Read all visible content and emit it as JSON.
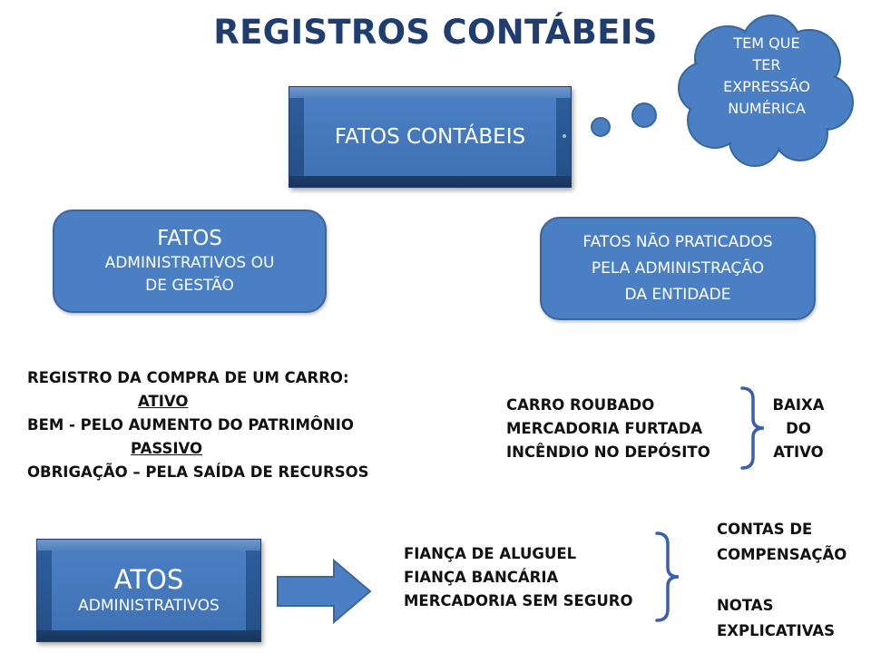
{
  "title": "REGISTROS CONTÁBEIS",
  "thought_cloud": {
    "lines": [
      "TEM QUE",
      "TER",
      "EXPRESSÃO",
      "NUMÉRICA"
    ]
  },
  "fatos_contabeis": {
    "label": "FATOS CONTÁBEIS"
  },
  "fatos_admin": {
    "line1": "FATOS",
    "line2": "ADMINISTRATIVOS OU",
    "line3": "DE GESTÃO"
  },
  "fatos_nao_praticados": {
    "line1": "FATOS NÃO PRATICADOS",
    "line2": "PELA ADMINISTRAÇÃO",
    "line3": "DA ENTIDADE"
  },
  "registro": {
    "heading": "REGISTRO DA COMPRA DE UM CARRO:",
    "ativo": "ATIVO",
    "bem": "BEM - PELO AUMENTO DO PATRIMÔNIO",
    "passivo": "PASSIVO",
    "obrigacao": "OBRIGAÇÃO – PELA SAÍDA DE RECURSOS"
  },
  "exemplos_nao_praticados": [
    "CARRO ROUBADO",
    "MERCADORIA FURTADA",
    "INCÊNDIO NO DEPÓSITO"
  ],
  "baixa_ativo": [
    "BAIXA",
    "DO",
    "ATIVO"
  ],
  "atos": {
    "line1": "ATOS",
    "line2": "ADMINISTRATIVOS"
  },
  "exemplos_atos": [
    "FIANÇA DE ALUGUEL",
    "FIANÇA BANCÁRIA",
    "MERCADORIA SEM SEGURO"
  ],
  "contas": {
    "line1": "CONTAS DE",
    "line2": "COMPENSAÇÃO",
    "line3": "NOTAS",
    "line4": "EXPLICATIVAS"
  }
}
